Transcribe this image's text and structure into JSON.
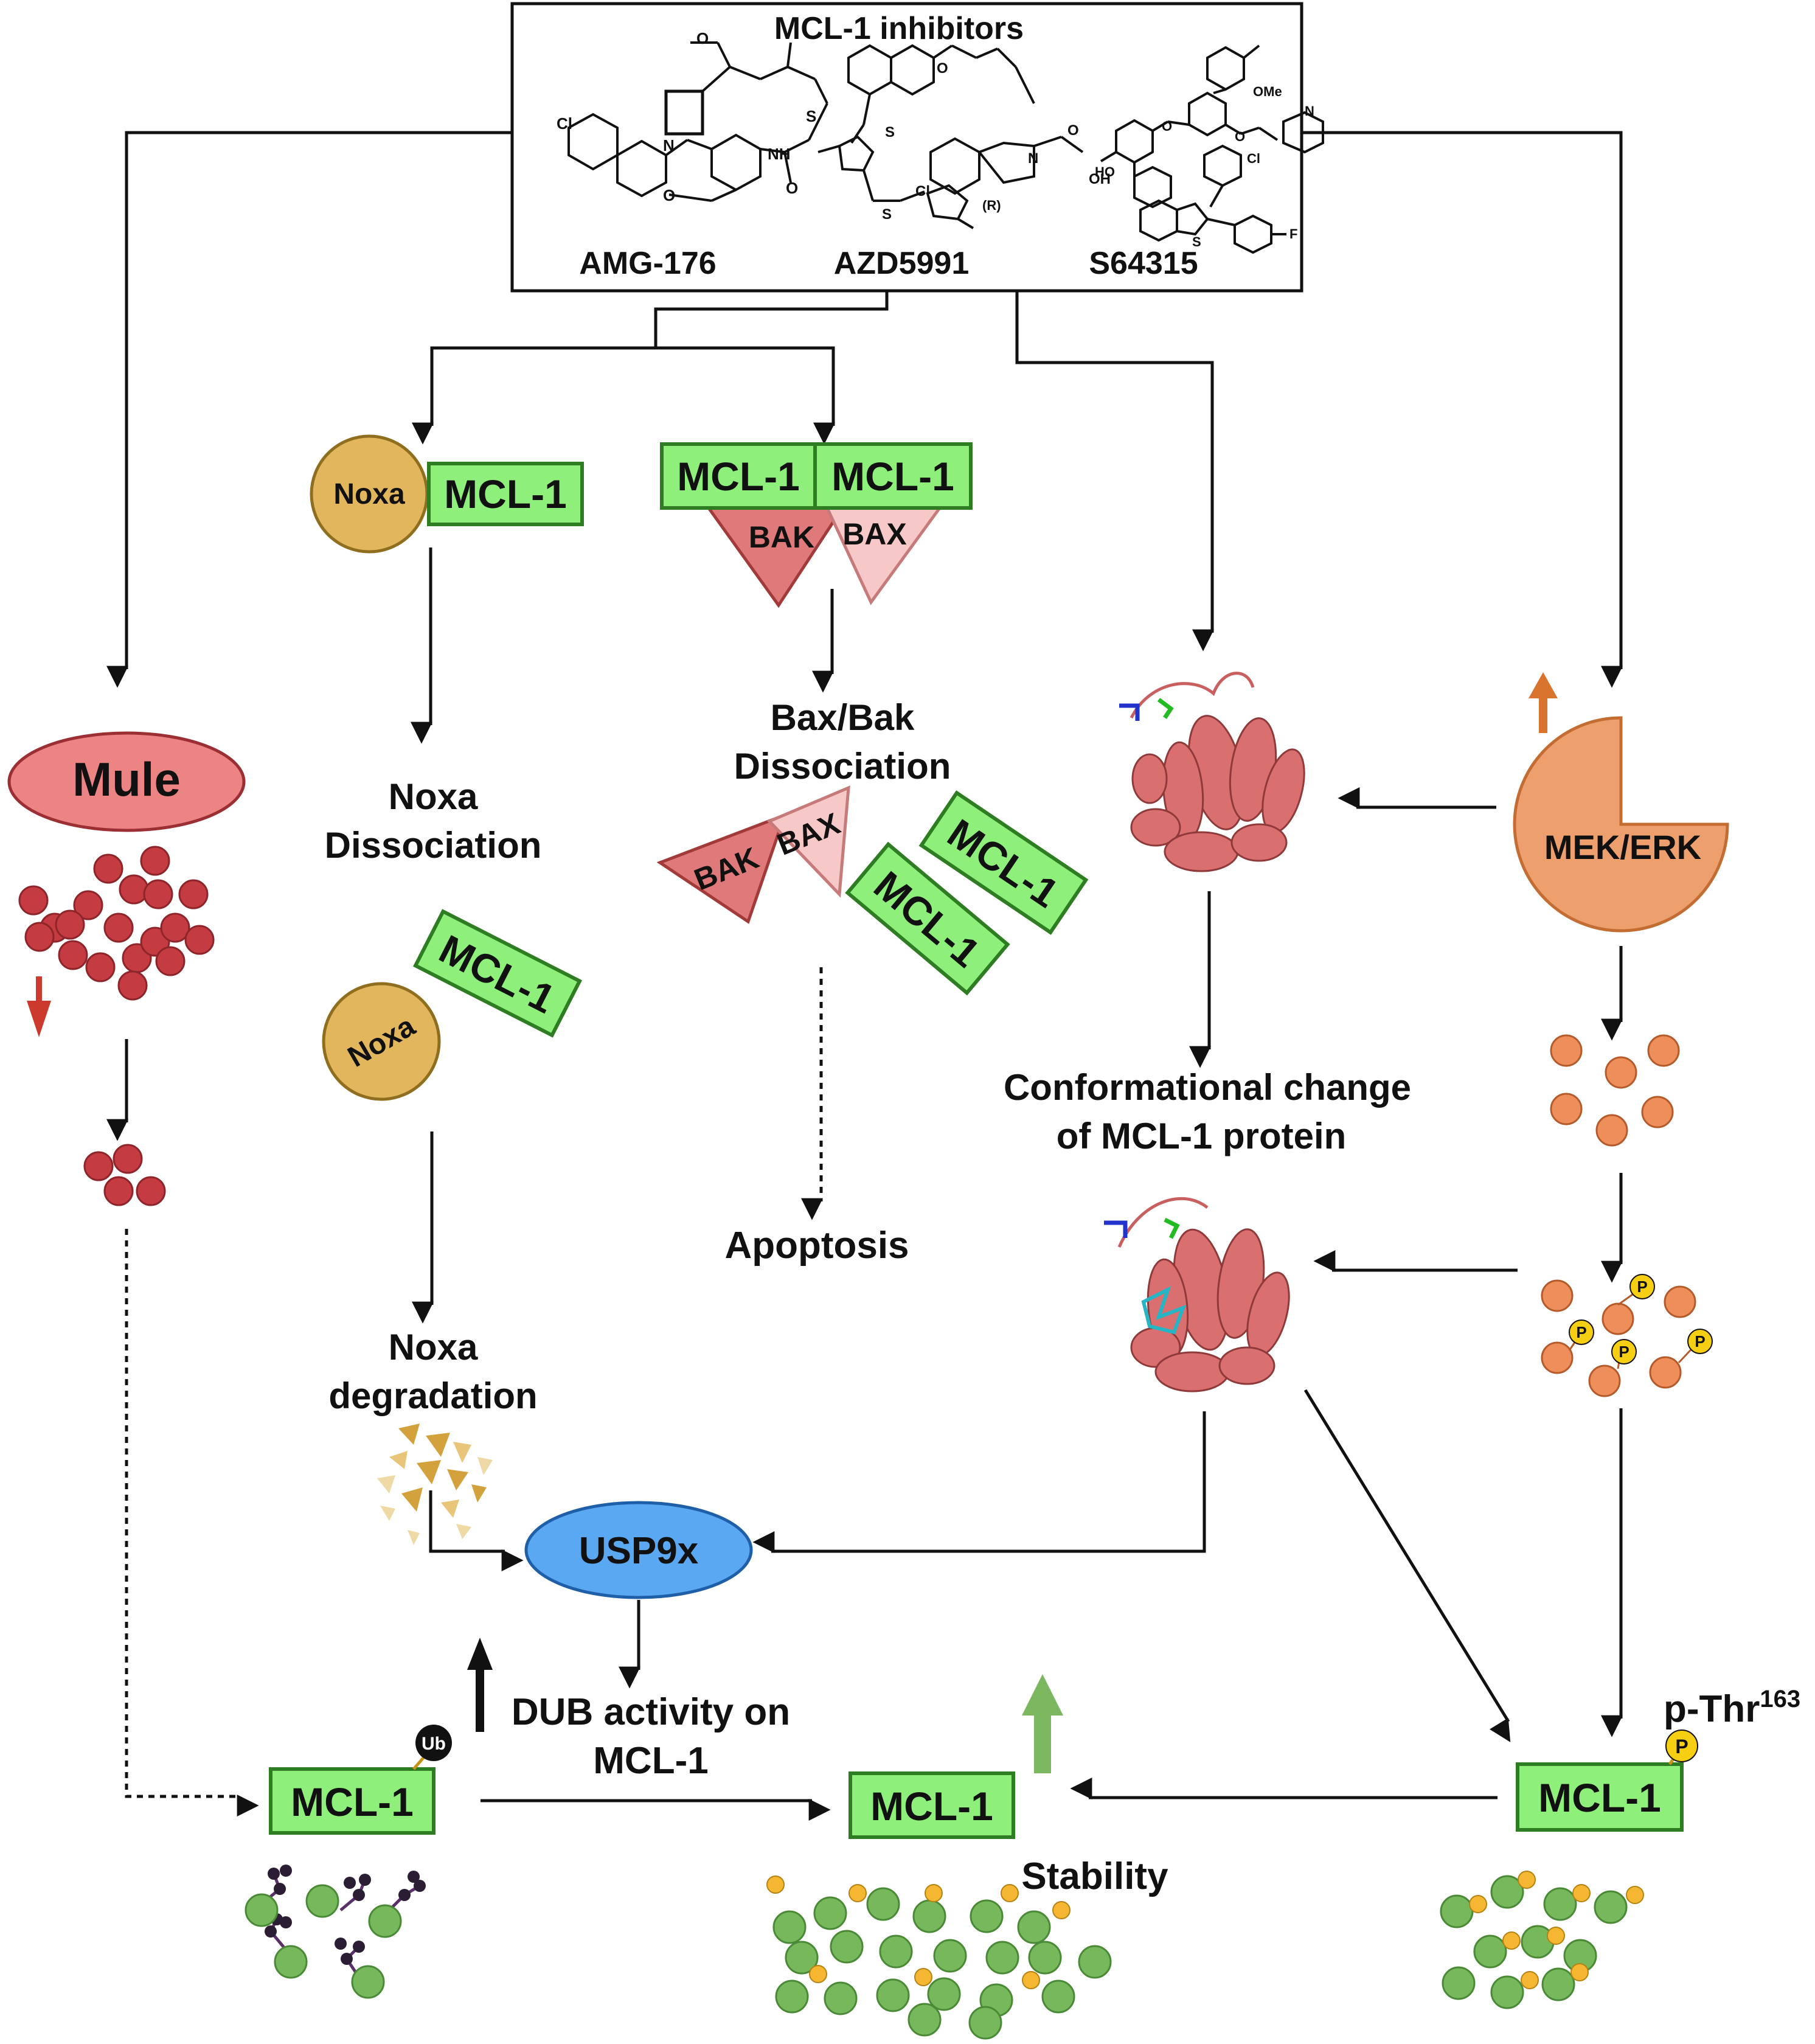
{
  "inhibitors": {
    "title": "MCL-1 inhibitors",
    "compounds": [
      "AMG-176",
      "AZD5991",
      "S64315"
    ],
    "chem_labels": {
      "cl": "Cl",
      "n": "N",
      "o": "O",
      "s": "S",
      "nh": "NH",
      "oh": "OH",
      "ho": "HO",
      "r": "(R)",
      "ome": "OMe",
      "f": "F"
    }
  },
  "mule": {
    "label": "Mule"
  },
  "noxa_path": {
    "noxa": "Noxa",
    "mcl1": "MCL-1",
    "dissociation": [
      "Noxa",
      "Dissociation"
    ],
    "degradation": [
      "Noxa",
      "degradation"
    ]
  },
  "bax_path": {
    "mcl1": "MCL-1",
    "bak": "BAK",
    "bax": "BAX",
    "dissociation": [
      "Bax/Bak",
      "Dissociation"
    ],
    "apoptosis": "Apoptosis"
  },
  "conformation": {
    "label": [
      "Conformational change",
      "of MCL-1 protein"
    ]
  },
  "mek": {
    "label": "MEK/ERK",
    "phospho": "P"
  },
  "usp9x": {
    "label": "USP9x"
  },
  "dub": {
    "label": [
      "DUB activity on",
      "MCL-1"
    ]
  },
  "bottom": {
    "mcl1": "MCL-1",
    "ub": "Ub",
    "stability": "Stability",
    "pthr_base": "p-Thr",
    "pthr_sup": "163",
    "phospho": "P"
  },
  "colors": {
    "mcl1_fill": "#8ef07a",
    "mcl1_stroke": "#2e7d22",
    "noxa": "#e2b65c",
    "mule": "#ec8484",
    "red_dot": "#c43c42",
    "usp9x": "#5aa8f2",
    "mek": "#eda06e",
    "orange_dot": "#ee8f5b",
    "yellow": "#f7cf12",
    "green_dot": "#77b85c",
    "bak": "#e07a7a",
    "bax": "#f6c8c8",
    "protein": "#d96f6f",
    "arrow": "#111111",
    "up_green": "#7cb860",
    "up_orange": "#d9742e",
    "down_red": "#cc3a2e"
  }
}
